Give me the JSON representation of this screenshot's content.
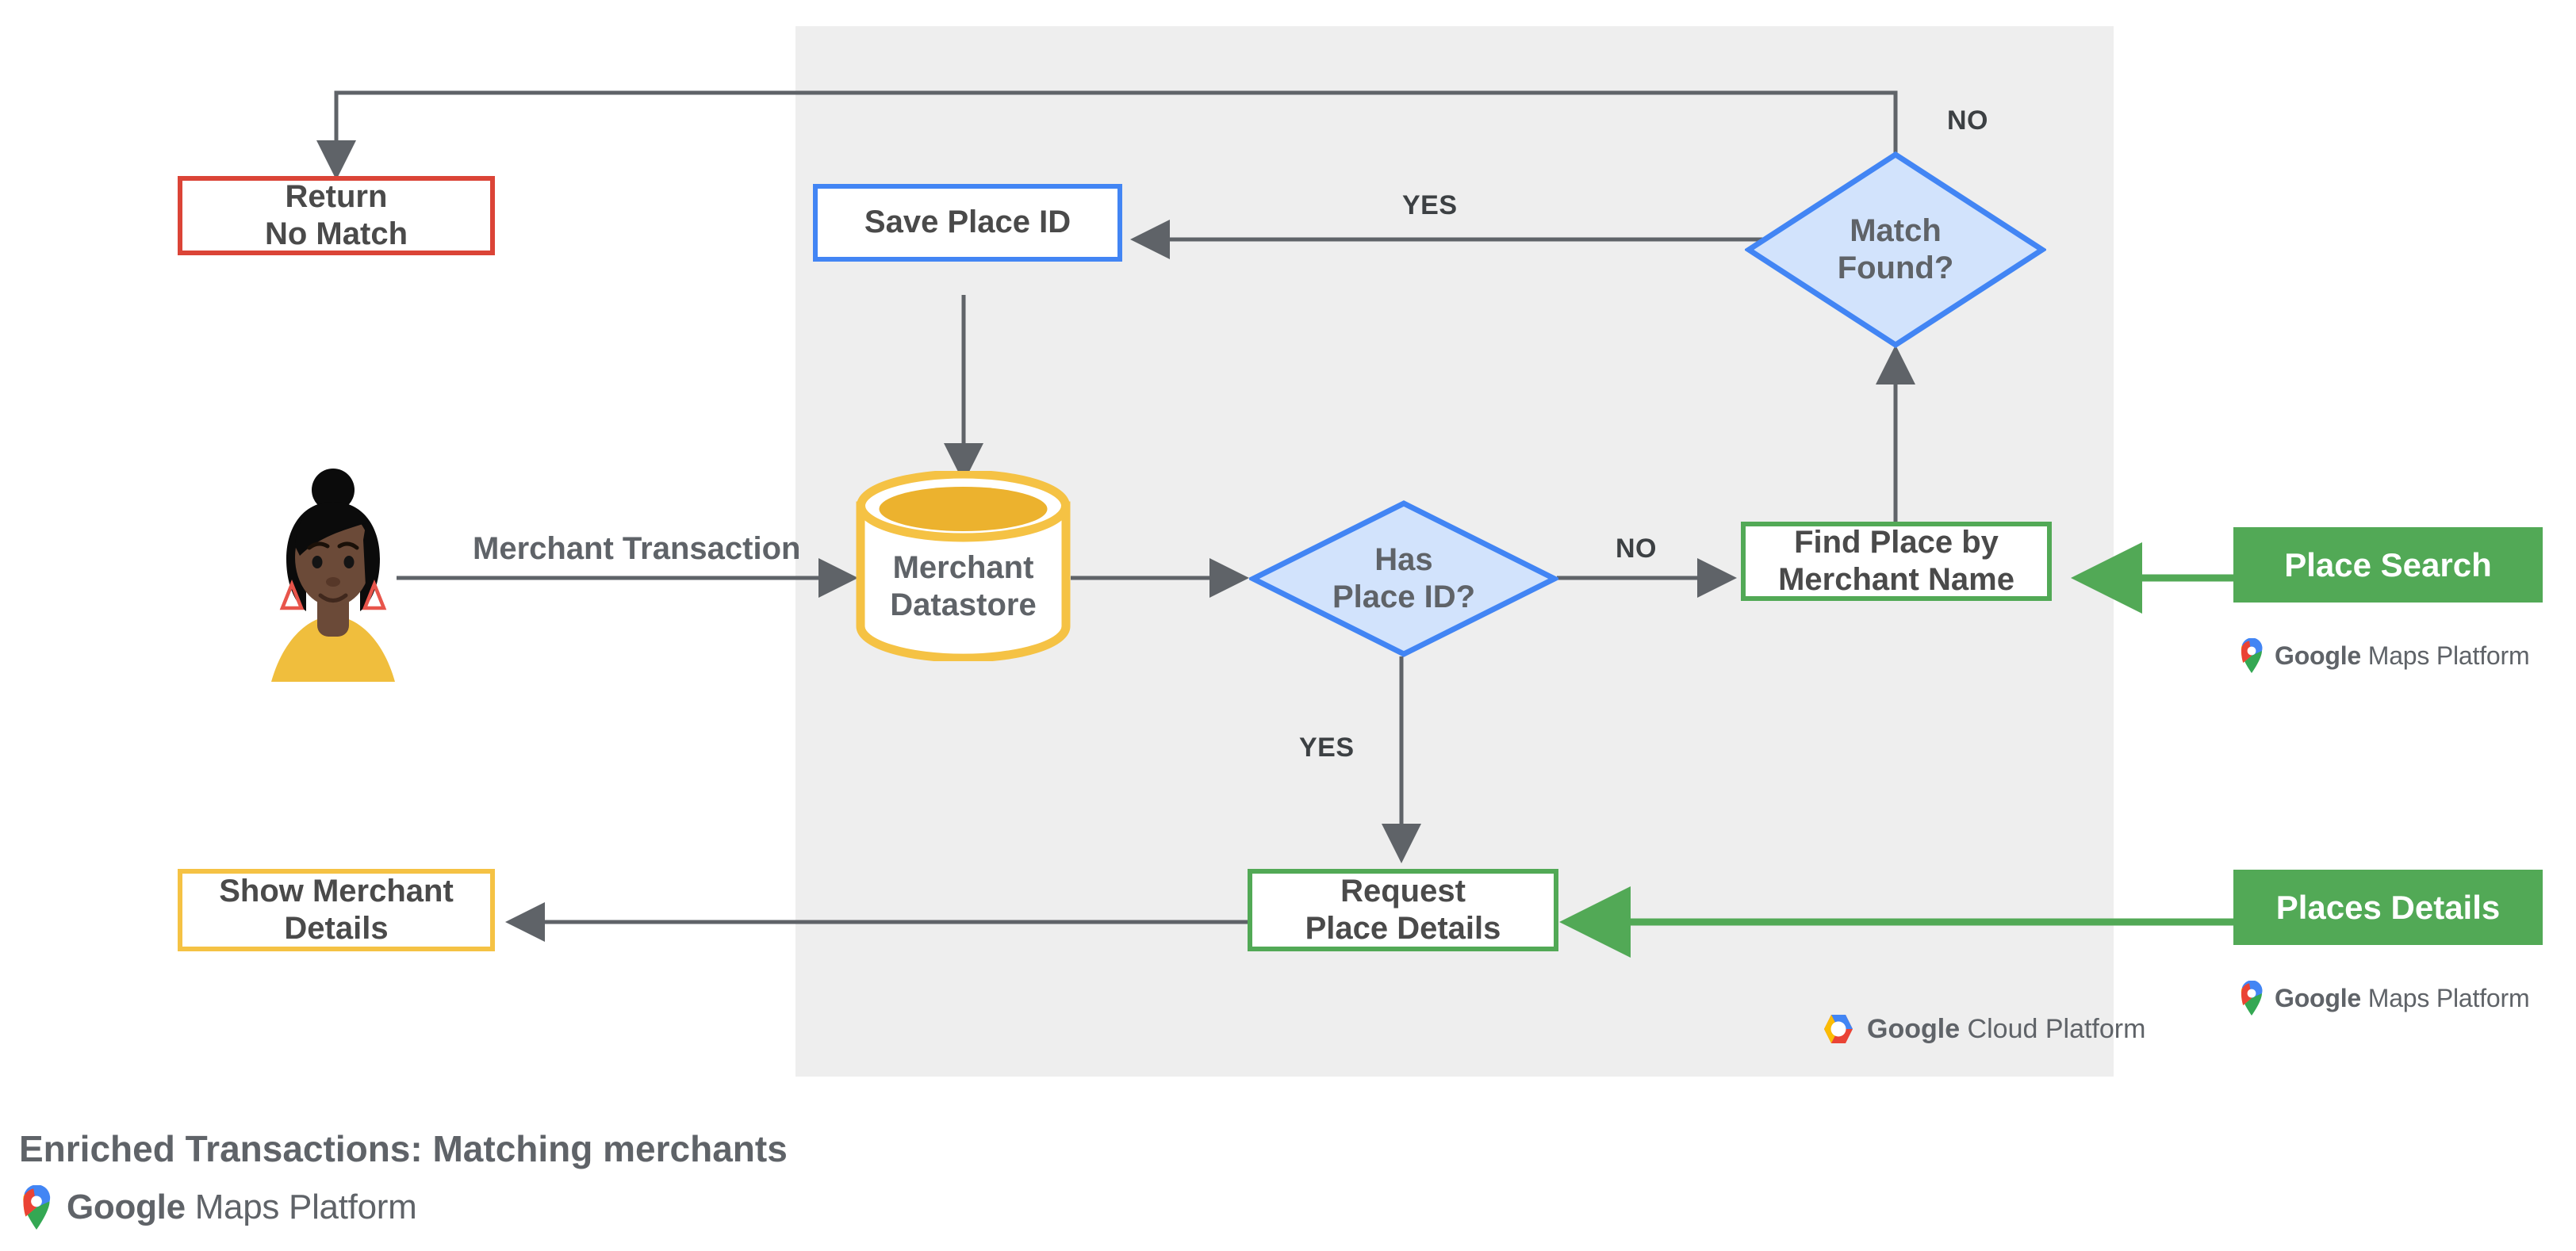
{
  "diagram": {
    "type": "flowchart",
    "caption": "Enriched Transactions: Matching merchants",
    "caption_logo": {
      "icon": "google-maps-pin-icon",
      "brand": "Google",
      "product": "Maps Platform"
    },
    "platform_panel": {
      "logo": {
        "icon": "google-cloud-hexagon-icon",
        "brand": "Google",
        "product": "Cloud Platform"
      }
    },
    "colors": {
      "red": "#DB4437",
      "blue": "#4285F4",
      "blue_fill": "#D2E3FC",
      "green": "#52A956",
      "yellow": "#F5C244",
      "panel_gray": "#EEEEEE",
      "wire_gray": "#5F6368",
      "text_gray": "#5F6368"
    },
    "nodes": [
      {
        "id": "return-no-match",
        "label": "Return\nNo Match",
        "shape": "process",
        "style": "red-outline"
      },
      {
        "id": "save-place-id",
        "label": "Save Place ID",
        "shape": "process",
        "style": "blue-outline"
      },
      {
        "id": "match-found",
        "label": "Match\nFound?",
        "shape": "decision",
        "style": "blue-fill"
      },
      {
        "id": "merchant-datastore",
        "label": "Merchant\nDatastore",
        "shape": "datastore",
        "style": "yellow-outline"
      },
      {
        "id": "has-place-id",
        "label": "Has\nPlace ID?",
        "shape": "decision",
        "style": "blue-fill"
      },
      {
        "id": "find-place",
        "label": "Find Place by\nMerchant Name",
        "shape": "process",
        "style": "green-outline"
      },
      {
        "id": "request-details",
        "label": "Request\nPlace Details",
        "shape": "process",
        "style": "green-outline"
      },
      {
        "id": "show-merchant",
        "label": "Show Merchant\nDetails",
        "shape": "process",
        "style": "yellow-outline"
      },
      {
        "id": "place-search",
        "label": "Place Search",
        "shape": "chip",
        "style": "green-solid"
      },
      {
        "id": "places-details",
        "label": "Places Details",
        "shape": "chip",
        "style": "green-solid"
      }
    ],
    "edge_labels": {
      "merchant_transaction": "Merchant Transaction",
      "match_found_no": "NO",
      "match_found_yes": "YES",
      "has_place_id_no": "NO",
      "has_place_id_yes": "YES"
    },
    "api_logos": [
      {
        "for": "place-search",
        "icon": "google-maps-pin-icon",
        "brand": "Google",
        "product": "Maps Platform"
      },
      {
        "for": "places-details",
        "icon": "google-maps-pin-icon",
        "brand": "Google",
        "product": "Maps Platform"
      }
    ],
    "actor": {
      "id": "merchant-customer-avatar",
      "icon": "person-avatar-icon"
    }
  }
}
